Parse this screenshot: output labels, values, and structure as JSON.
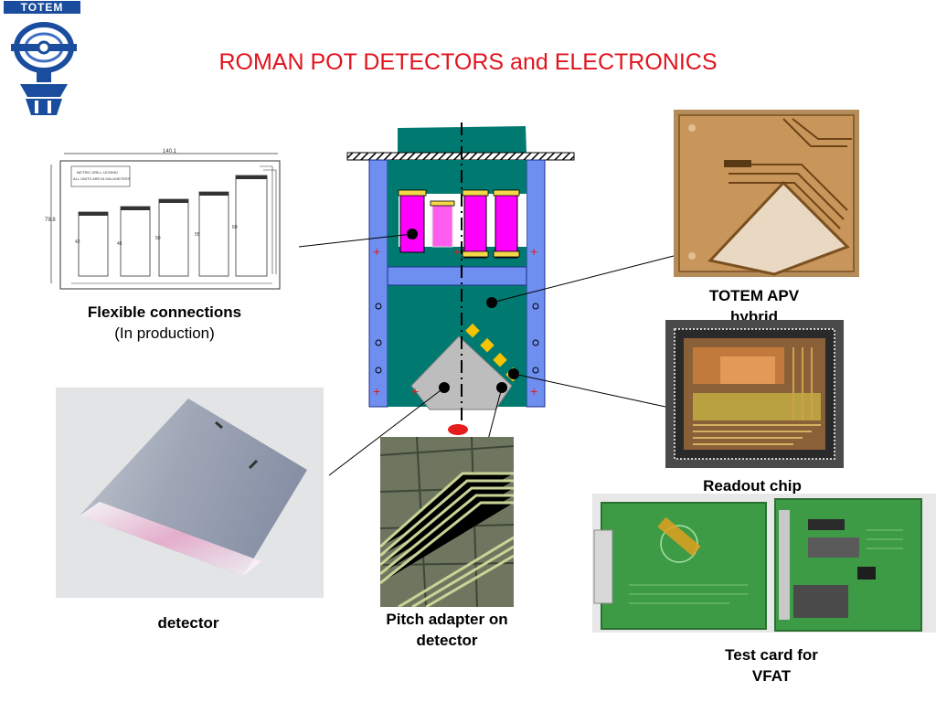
{
  "logo": {
    "text": "TOTEM",
    "colors": {
      "main": "#1b4d9e",
      "ring": "#3d6fc2"
    }
  },
  "title": "ROMAN POT DETECTORS and ELECTRONICS",
  "labels": {
    "flex_title": "Flexible connections",
    "flex_sub": "(In production)",
    "apv_line1": "TOTEM APV",
    "apv_line2": "hybrid",
    "readout_chip": "Readout chip",
    "detector": "detector",
    "pitch_line1": "Pitch adapter on",
    "pitch_line2": "detector",
    "test_line1": "Test card for",
    "test_line2": "VFAT"
  },
  "drawing": {
    "top_dim": "140.1",
    "side_dim": "79.8",
    "legend_line1": "METRIC DRILL LEGEND",
    "legend_line2": "ALL UNITS ARE IN MILLIMETERS",
    "heights": [
      "42",
      "45",
      "50",
      "55",
      "60"
    ]
  },
  "colors": {
    "title_red": "#e0141e",
    "teal": "#007a70",
    "frame_blue": "#6f8ff0",
    "magenta": "#ff00ff",
    "gray": "#bdbdbd",
    "yellow": "#f5c400",
    "pcb_green": "#3e9b45",
    "copper": "#b9874a"
  }
}
